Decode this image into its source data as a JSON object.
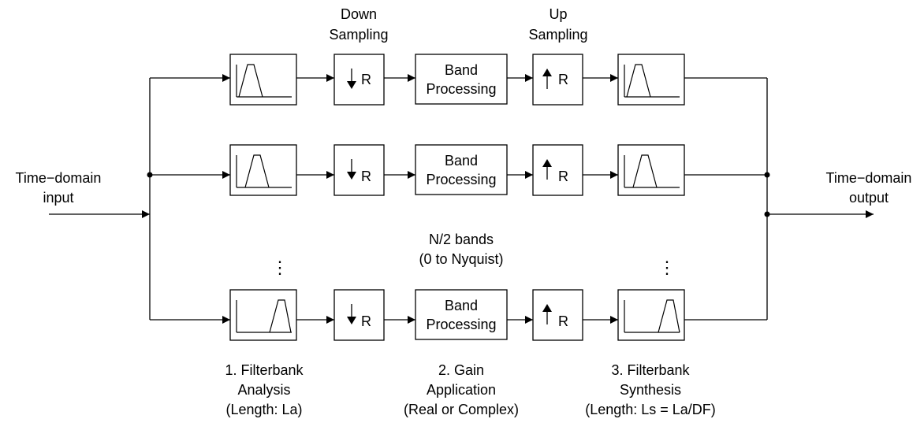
{
  "input_label": [
    "Time−domain",
    "input"
  ],
  "output_label": [
    "Time−domain",
    "output"
  ],
  "column_headers": {
    "down_sampling": [
      "Down",
      "Sampling"
    ],
    "up_sampling": [
      "Up",
      "Sampling"
    ]
  },
  "blocks": {
    "down_label": "R",
    "up_label": "R",
    "band_processing": [
      "Band",
      "Processing"
    ]
  },
  "bands_note": [
    "N/2 bands",
    "(0 to Nyquist)"
  ],
  "ellipsis": "⋮",
  "stages": [
    [
      "1. Filterbank",
      "Analysis",
      "(Length: La)"
    ],
    [
      "2. Gain",
      "Application",
      "(Real or Complex)"
    ],
    [
      "3. Filterbank",
      "Synthesis",
      "(Length: Ls = La/DF)"
    ]
  ]
}
